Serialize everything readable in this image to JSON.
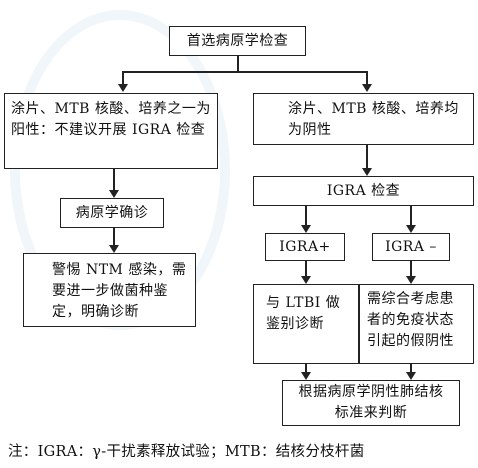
{
  "nodes": {
    "start": "首选病原学检查",
    "positive": "涂片、MTB 核酸、培养之一为阳性：不建议开展 IGRA 检查",
    "negative": "涂片、MTB 核酸、培养均为阴性",
    "confirm": "病原学确诊",
    "ntm": "警惕 NTM 感染，需要进一步做菌种鉴定，明确诊断",
    "igra": "IGRA 检查",
    "igra_pos": "IGRA+",
    "igra_neg": "IGRA –",
    "ltbi": "与 LTBI 做鉴别诊断",
    "false_neg": "需综合考虑患者的免疫状态引起的假阴性",
    "final": "根据病原学阴性肺结核标准来判断"
  },
  "note": "注：IGRA：γ-干扰素释放试验；MTB：结核分枝杆菌",
  "colors": {
    "border": "#222222",
    "watermark": "#cfe3f0"
  }
}
